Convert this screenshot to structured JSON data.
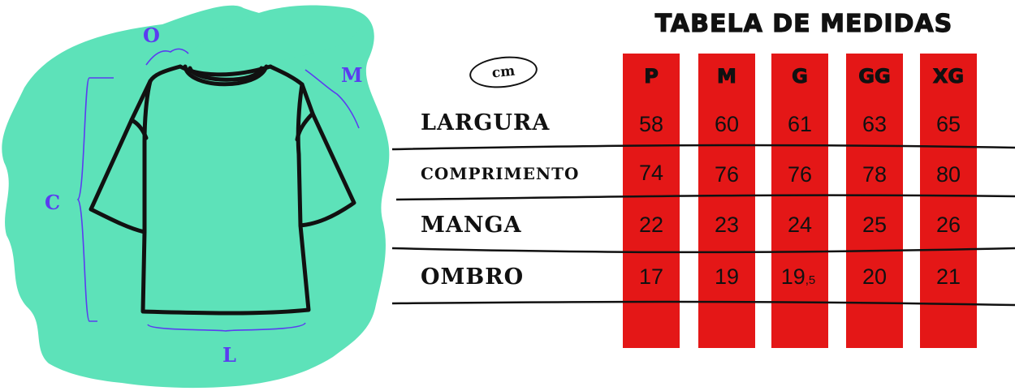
{
  "title": "TABELA DE MEDIDAS",
  "unit": "cm",
  "sizes": [
    "P",
    "M",
    "G",
    "GG",
    "XG"
  ],
  "rows": [
    {
      "label": "LARGURA",
      "values": [
        "58",
        "60",
        "61",
        "63",
        "65"
      ]
    },
    {
      "label": "COMPRIMENTO",
      "values": [
        "74",
        "76",
        "76",
        "78",
        "80"
      ]
    },
    {
      "label": "MANGA",
      "values": [
        "22",
        "23",
        "24",
        "25",
        "26"
      ]
    },
    {
      "label": "OMBRO",
      "values": [
        "17",
        "19",
        "19",
        "20",
        "21"
      ]
    }
  ],
  "ombro_g_decimal": ",5",
  "diagram_labels": {
    "ombro": "O",
    "manga": "M",
    "comprimento": "C",
    "largura": "L"
  },
  "colors": {
    "accent_red": "#e41717",
    "shirt_green": "#5de2b9",
    "label_purple": "#5b3cf0",
    "ink": "#111111"
  }
}
